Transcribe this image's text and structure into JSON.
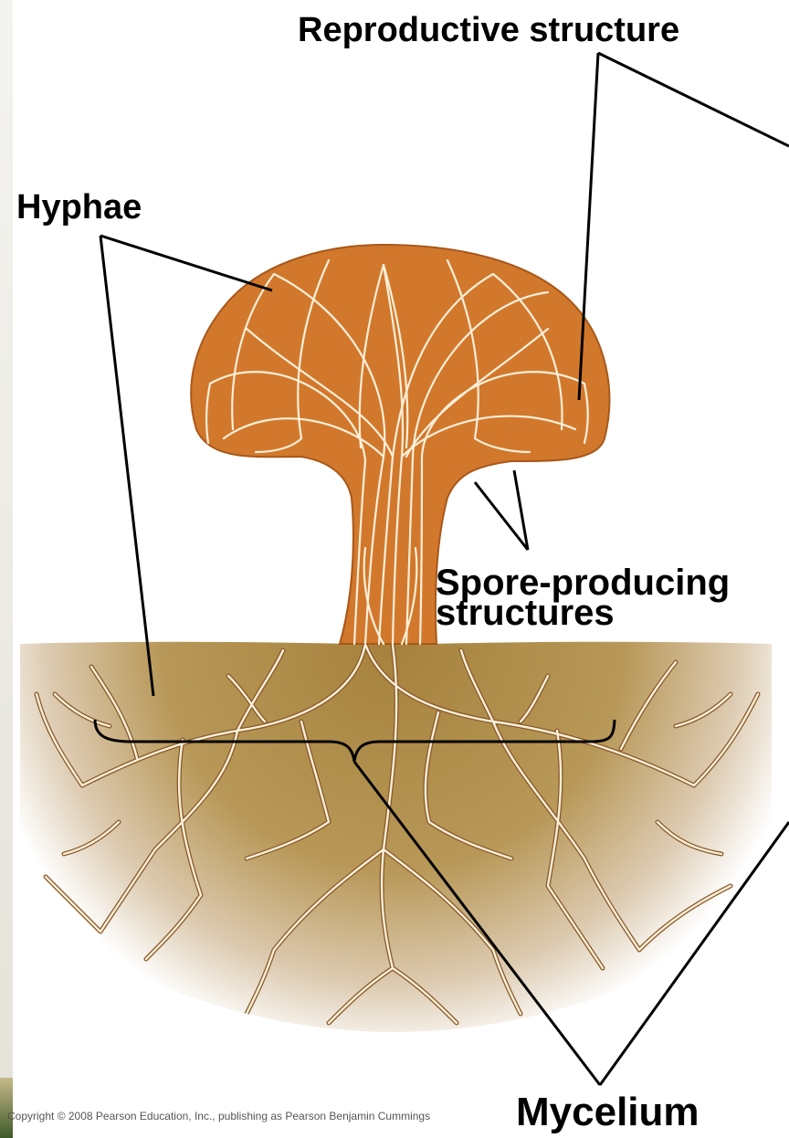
{
  "labels": {
    "reproductive_structure": "Reproductive structure",
    "hyphae": "Hyphae",
    "spore_line1": "Spore-producing",
    "spore_line2": "structures",
    "mycelium": "Mycelium"
  },
  "copyright": "Copyright © 2008 Pearson Education, Inc., publishing as Pearson Benjamin Cummings",
  "colors": {
    "mushroom": "#D2782C",
    "mushroom_edge": "#A8581A",
    "hyphae": "#FBEFD8",
    "soil_top": "#A88440",
    "soil_bottom": "#FFFFFF",
    "line": "#000000"
  }
}
